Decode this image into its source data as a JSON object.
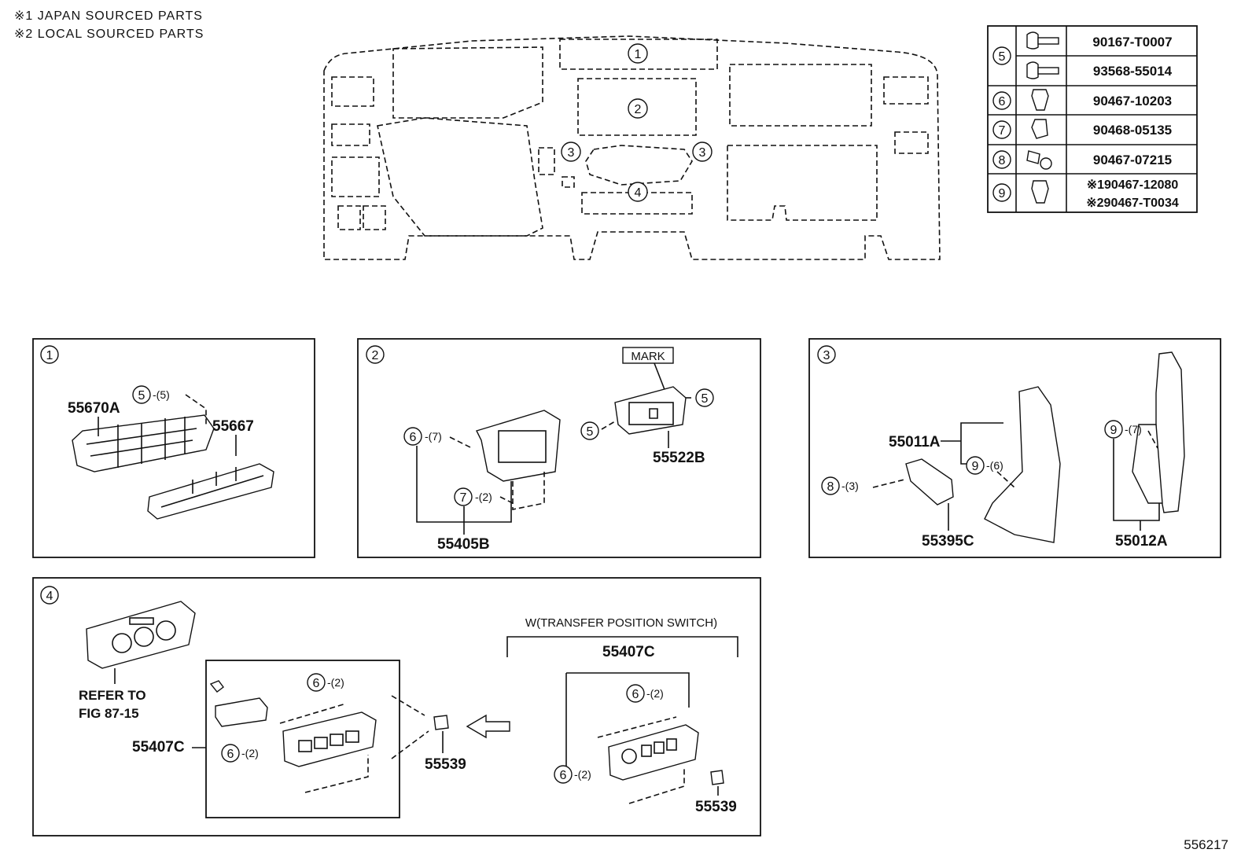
{
  "notes": [
    "※1  JAPAN SOURCED PARTS",
    "※2  LOCAL SOURCED PARTS"
  ],
  "doc_id": "556217",
  "fastener_table": {
    "rows": [
      {
        "ref": "5",
        "icon": "screw-icon",
        "part": "90167-T0007"
      },
      {
        "ref": "",
        "icon": "screw-icon",
        "part": "93568-55014"
      },
      {
        "ref": "6",
        "icon": "clip-icon",
        "part": "90467-10203"
      },
      {
        "ref": "7",
        "icon": "clip-icon",
        "part": "90468-05135"
      },
      {
        "ref": "8",
        "icon": "rivet-icon",
        "part": "90467-07215"
      },
      {
        "ref": "9",
        "icon": "clip-icon",
        "part": "※190467-12080",
        "part2": "※290467-T0034"
      }
    ]
  },
  "overview_markers": [
    "1",
    "2",
    "3",
    "3",
    "4"
  ],
  "panel1": {
    "number": "1",
    "labels": {
      "a": "55670A",
      "b": "55667",
      "c": "5",
      "d": "-(5)"
    }
  },
  "panel2": {
    "number": "2",
    "labels": {
      "mark": "MARK",
      "p1": "55522B",
      "p2": "55405B",
      "c6": "6",
      "q6": "-(7)",
      "c7": "7",
      "q7": "-(2)",
      "c5a": "5",
      "c5b": "5"
    }
  },
  "panel3": {
    "number": "3",
    "labels": {
      "p1": "55011A",
      "p2": "55395C",
      "p3": "55012A",
      "c8": "8",
      "q8": "-(3)",
      "c9a": "9",
      "q9a": "-(6)",
      "c9b": "9",
      "q9b": "-(7)"
    }
  },
  "panel4": {
    "number": "4",
    "labels": {
      "refer1": "REFER TO",
      "refer2": "FIG 87-15",
      "p1": "55407C",
      "p2": "55539",
      "p3": "55407C",
      "p4": "55539",
      "cond": "W(TRANSFER POSITION SWITCH)",
      "c6a": "6",
      "q6a": "-(2)",
      "c6b": "6",
      "q6b": "-(2)",
      "c6c": "6",
      "q6c": "-(2)",
      "c6d": "6",
      "q6d": "-(2)"
    }
  }
}
